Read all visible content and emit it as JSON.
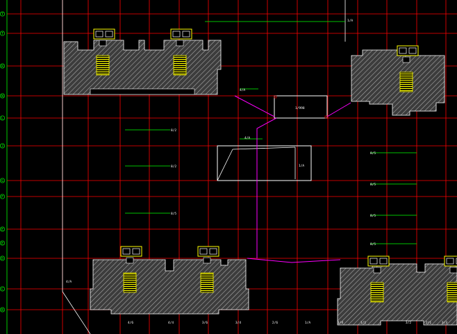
{
  "drawing": {
    "background": "#000000",
    "colors": {
      "grid": "#ff0000",
      "dimension": "#00ff00",
      "outline": "#ffffff",
      "hatch": "#9a9a9a",
      "stair": "#ffff00",
      "connector": "#ff00ff"
    },
    "axis_labels": [
      "T",
      "T",
      "R",
      "N",
      "L",
      "J",
      "G",
      "F",
      "E",
      "E",
      "D",
      "C",
      "B"
    ],
    "bottom_labels": [
      "4/6",
      "4/4",
      "3/6",
      "3/4",
      "2/6",
      "1/A",
      "1/4",
      "1/1",
      "3/2",
      "2/1",
      "3/3"
    ],
    "dimension_notes": [
      "1/A",
      "8/2",
      "8/2",
      "8/5",
      "8/5",
      "8/5",
      "8/5",
      "8/5"
    ],
    "box_labels": [
      "1/998",
      "1/A"
    ],
    "tags": [
      "4/A",
      "4/A",
      "4/A"
    ]
  }
}
